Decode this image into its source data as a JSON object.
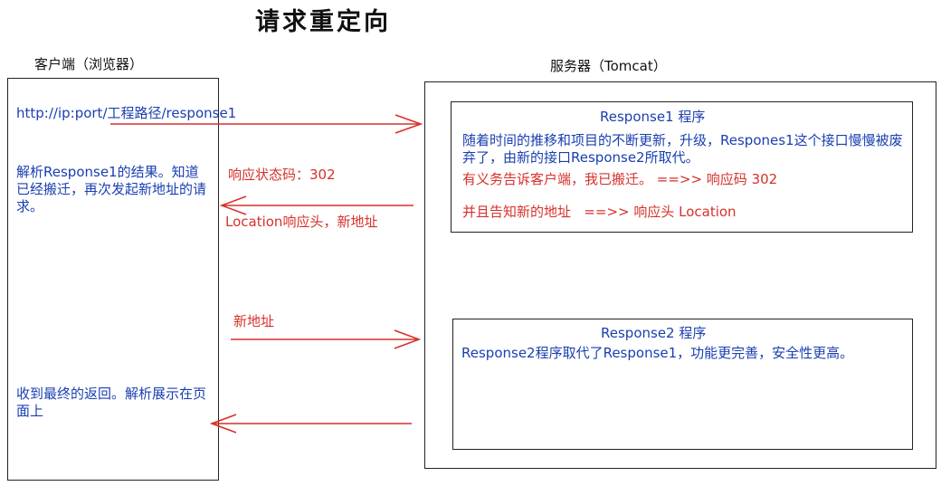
{
  "title": "请求重定向",
  "client": {
    "label": "客户端（浏览器）",
    "url": "http://ip:port/工程路径/response1",
    "parse_text": "解析Response1的结果。知道已经搬迁，再次发起新地址的请求。",
    "final_text": "收到最终的返回。解析展示在页面上"
  },
  "server": {
    "label": "服务器（Tomcat）",
    "response1": {
      "title": "Response1 程序",
      "desc": "随着时间的推移和项目的不断更新，升级，Respones1这个接口慢慢被废弃了，由新的接口Response2所取代。",
      "duty": "有义务告诉客户端，我已搬迁。 ==>> 响应码 302",
      "location": "并且告知新的地址   ==>> 响应头 Location"
    },
    "response2": {
      "title": "Response2 程序",
      "desc": "Response2程序取代了Response1，功能更完善，安全性更高。"
    }
  },
  "arrows": {
    "status_code": "响应状态码：302",
    "location_header": "Location响应头，新地址",
    "new_address": "新地址"
  },
  "colors": {
    "arrow": "#d6312a",
    "blue_text": "#1a3fb0",
    "red_text": "#d6312a"
  }
}
